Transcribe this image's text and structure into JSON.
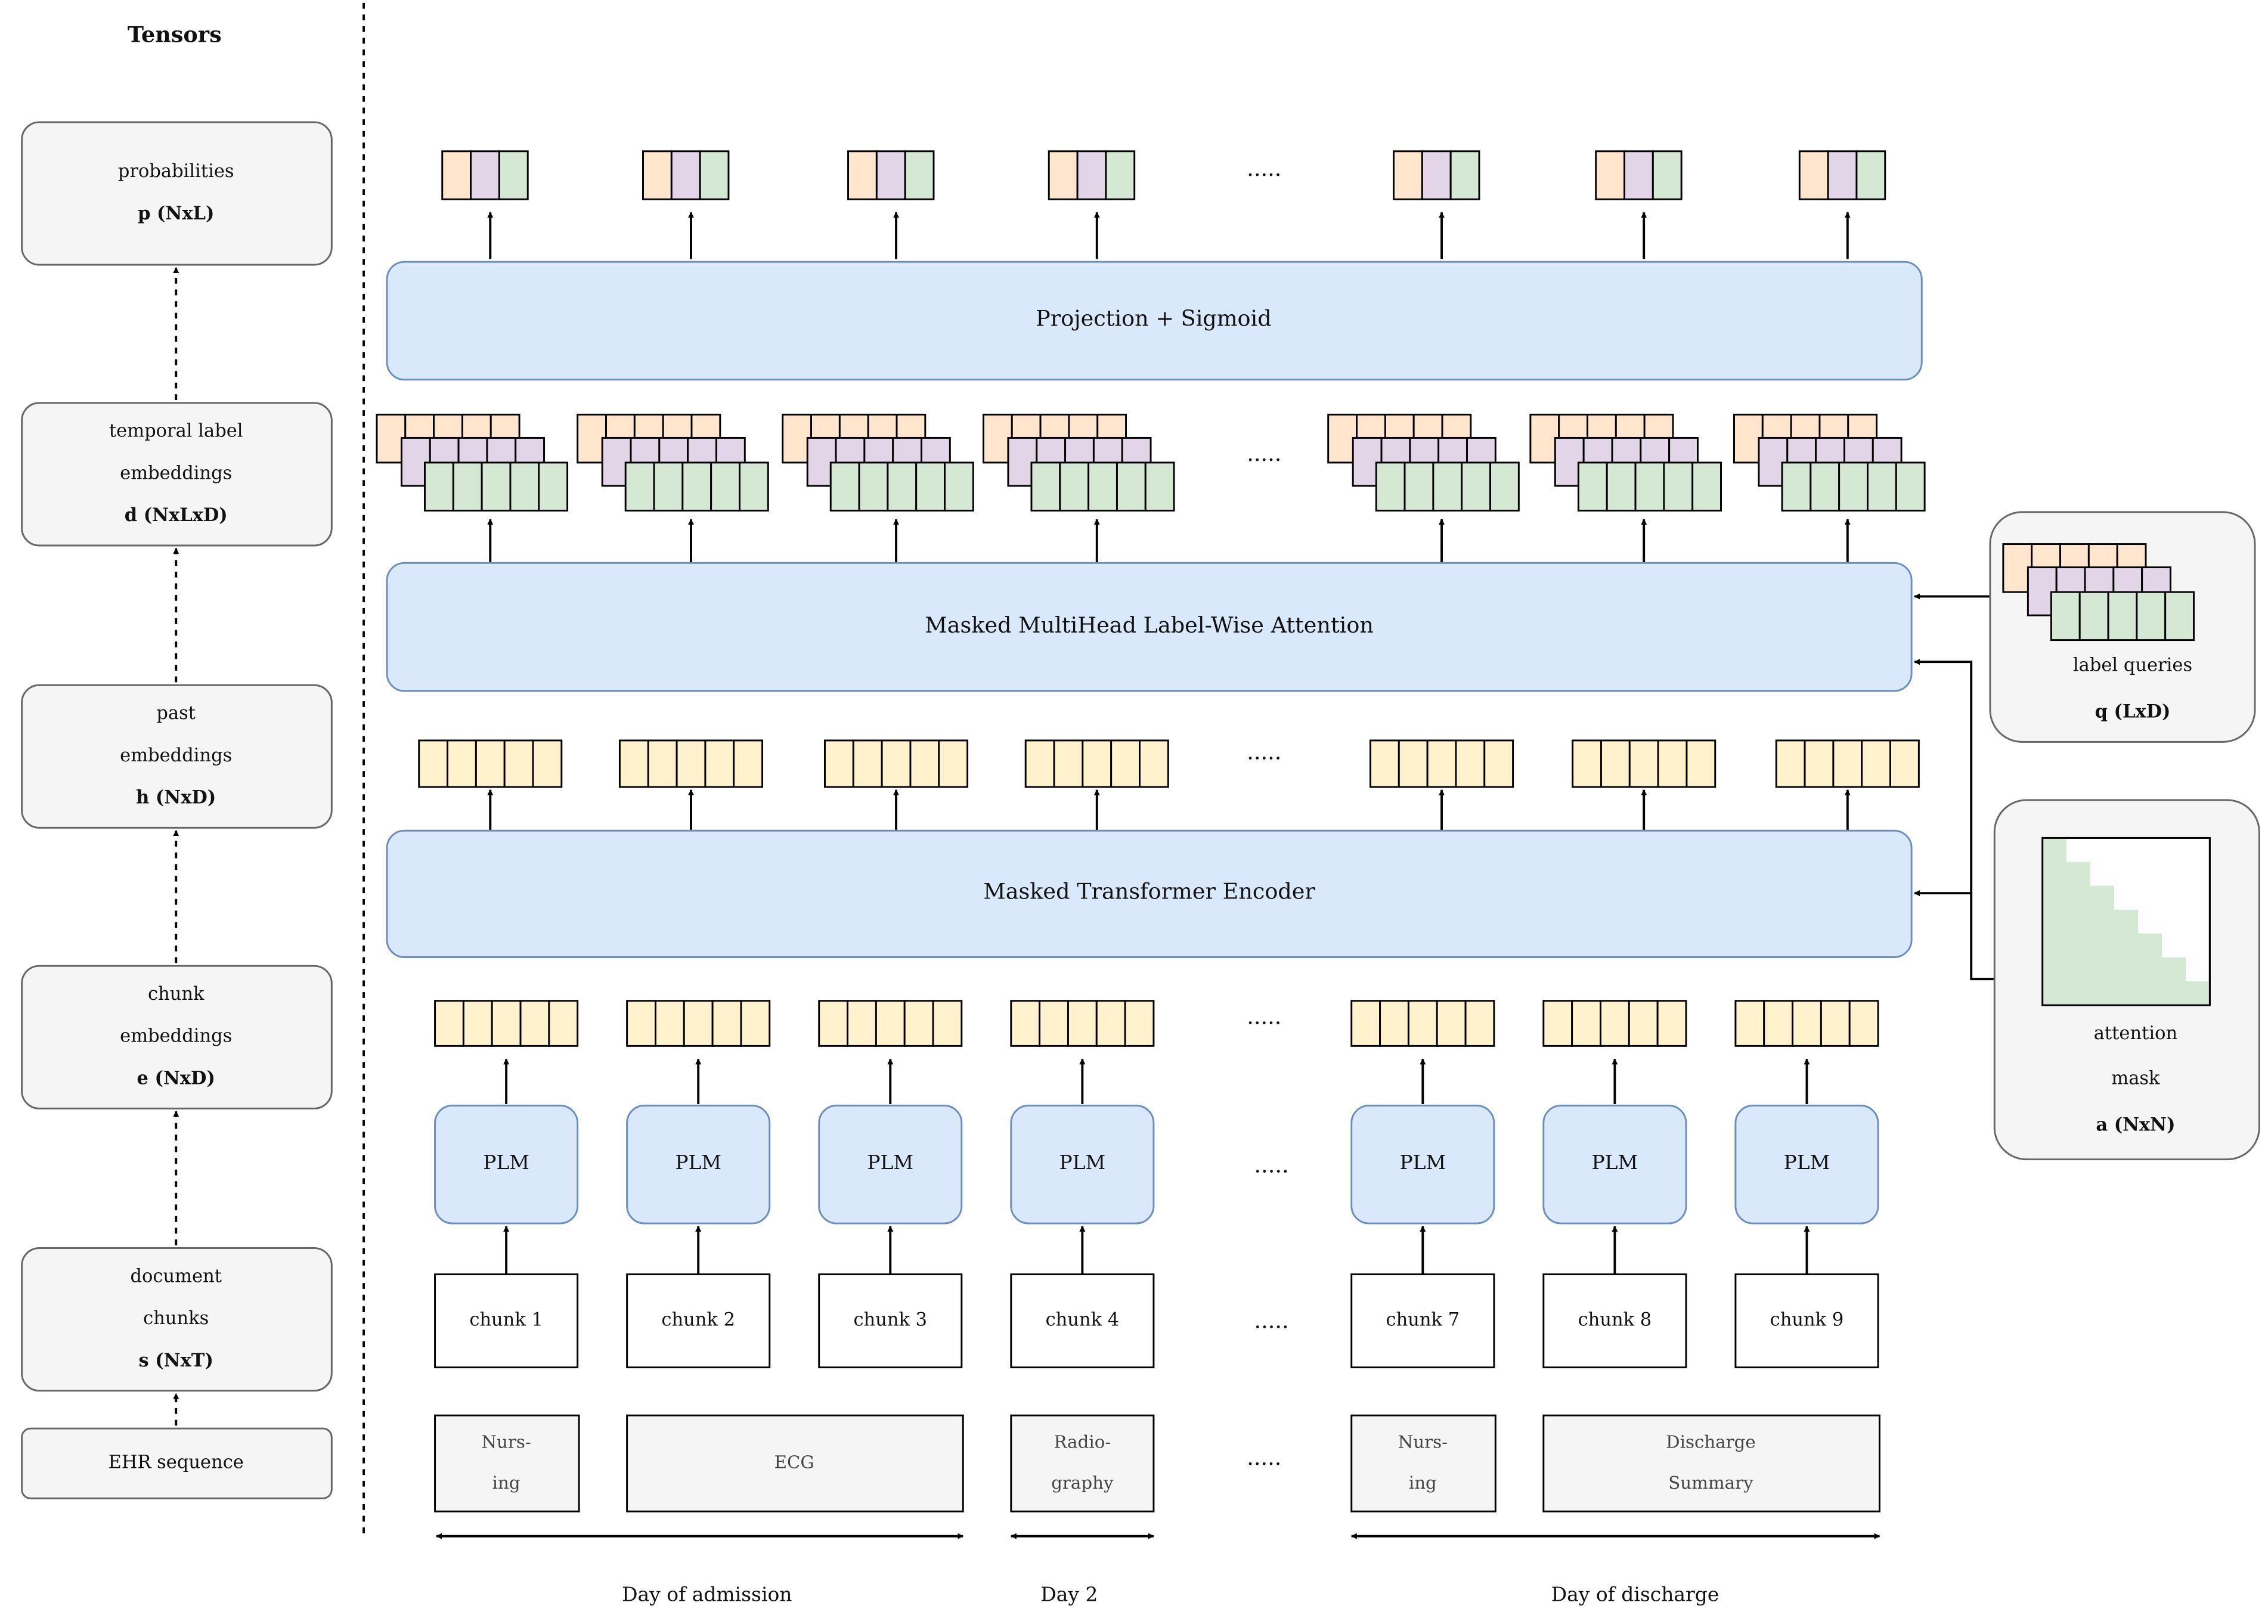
{
  "tensors_title": "Tensors",
  "tensors": [
    {
      "lines": [
        "probabilities"
      ],
      "symbol": "p (NxL)"
    },
    {
      "lines": [
        "temporal label",
        "embeddings"
      ],
      "symbol": "d (NxLxD)"
    },
    {
      "lines": [
        "past",
        "embeddings"
      ],
      "symbol": "h (NxD)"
    },
    {
      "lines": [
        "chunk",
        "embeddings"
      ],
      "symbol": "e (NxD)"
    },
    {
      "lines": [
        "document",
        "chunks"
      ],
      "symbol": "s (NxT)"
    }
  ],
  "ehr_sequence": "EHR sequence",
  "layers": {
    "projection": "Projection + Sigmoid",
    "attention": "Masked MultiHead Label-Wise Attention",
    "encoder": "Masked Transformer Encoder"
  },
  "plm_label": "PLM",
  "chunks": [
    "chunk 1",
    "chunk 2",
    "chunk 3",
    "chunk 4",
    "chunk 7",
    "chunk 8",
    "chunk 9"
  ],
  "ellipsis": ".....",
  "documents": [
    {
      "lines": [
        "Nurs-",
        "ing"
      ]
    },
    {
      "lines": [
        "ECG"
      ]
    },
    {
      "lines": [
        "Radio-",
        "graphy"
      ]
    },
    {
      "lines": [
        "Nurs-",
        "ing"
      ]
    },
    {
      "lines": [
        "Discharge",
        "Summary"
      ]
    }
  ],
  "days": [
    "Day of admission",
    "Day 2",
    "Day of discharge"
  ],
  "label_queries": {
    "lines": [
      "label queries"
    ],
    "symbol": "q (LxD)"
  },
  "attention_mask": {
    "lines": [
      "attention",
      "mask"
    ],
    "symbol": "a (NxN)"
  },
  "colors": {
    "block_fill": "#dae8fc",
    "block_stroke": "#6c8ebf",
    "tensor_fill": "#f5f5f5",
    "tensor_stroke": "#666666",
    "embedding_yellow": "#fff2cc",
    "label_orange": "#ffe6cc",
    "label_purple": "#e1d5e7",
    "label_green": "#d5e8d4",
    "mask_green": "#d5e8d4"
  }
}
